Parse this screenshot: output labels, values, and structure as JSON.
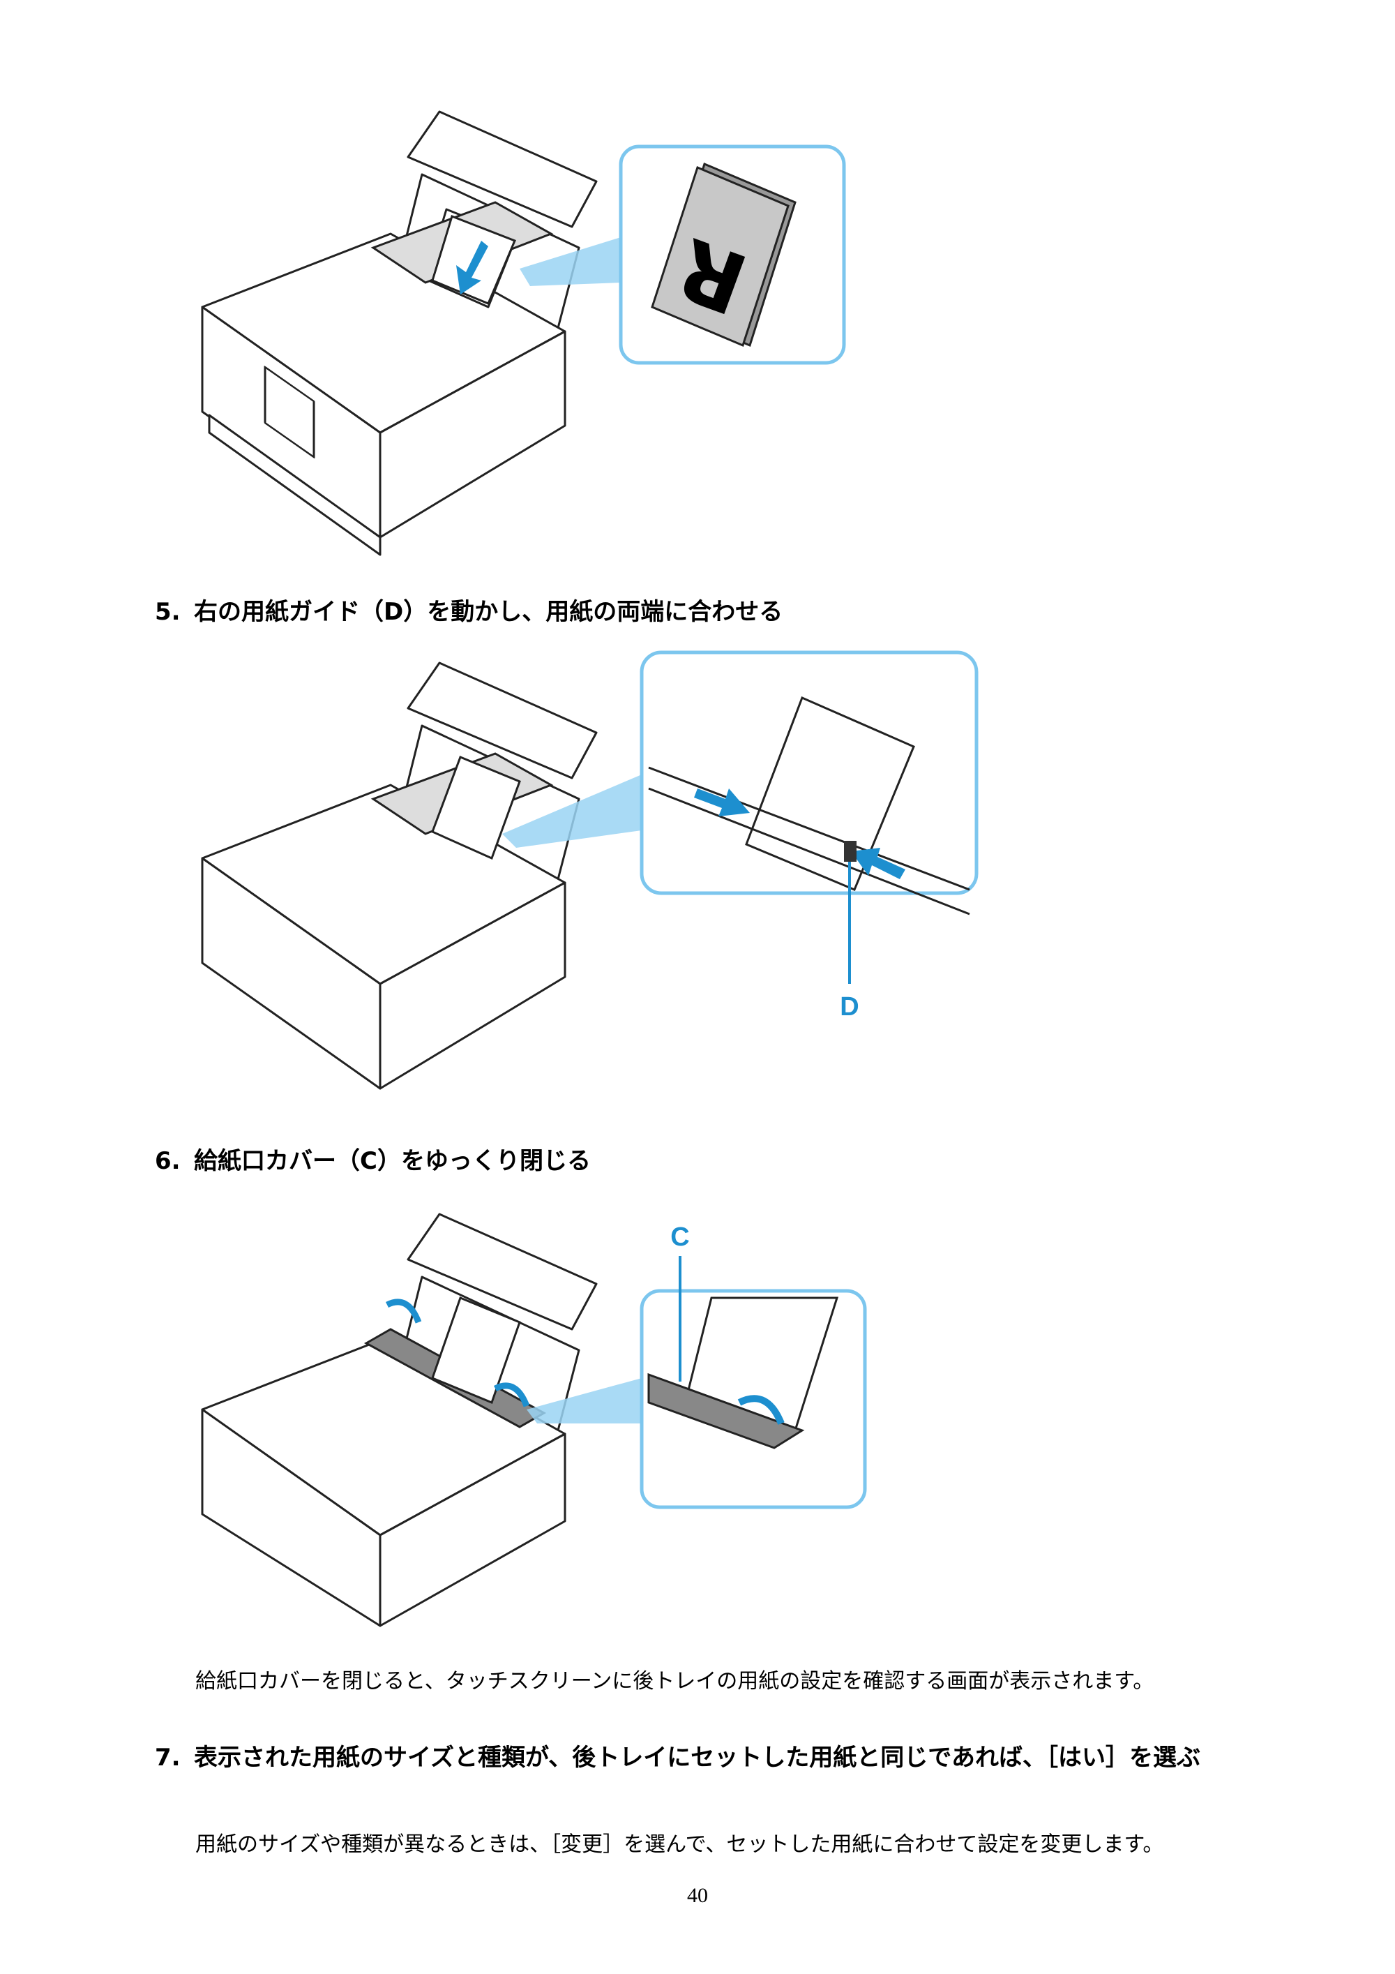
{
  "steps": [
    {
      "number": "5.",
      "text": "右の用紙ガイド（D）を動かし、用紙の両端に合わせる"
    },
    {
      "number": "6.",
      "text": "給紙口カバー（C）をゆっくり閉じる"
    },
    {
      "number": "7.",
      "text": "表示された用紙のサイズと種類が、後トレイにセットした用紙と同じであれば、［はい］を選ぶ"
    }
  ],
  "notes": {
    "after_step6": "給紙口カバーを閉じると、タッチスクリーンに後トレイの用紙の設定を確認する画面が表示されます。",
    "after_step7": "用紙のサイズや種類が異なるときは、［変更］を選んで、セットした用紙に合わせて設定を変更します。"
  },
  "figures": {
    "paper_letter": "R",
    "guide_label": "D",
    "cover_label": "C"
  },
  "page_number": "40",
  "colors": {
    "accent": "#1d8fcf",
    "callout_border": "#7cc6ee",
    "beam": "#9ad4f3"
  }
}
